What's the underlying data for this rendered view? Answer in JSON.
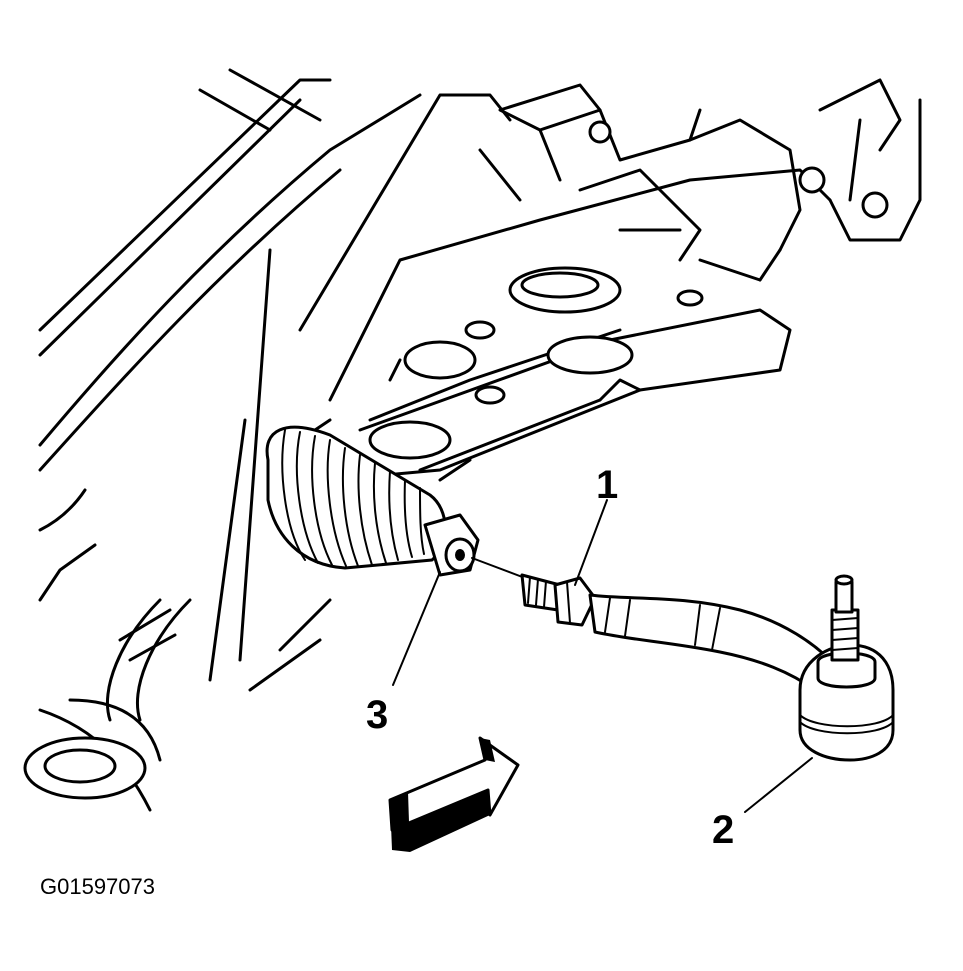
{
  "figure": {
    "figure_id": "G01597073",
    "callouts": [
      {
        "number": "1",
        "part": "jam-nut"
      },
      {
        "number": "2",
        "part": "outer-tie-rod-end"
      },
      {
        "number": "3",
        "part": "inner-tie-rod-boot"
      }
    ],
    "colors": {
      "line": "#000000",
      "background": "#ffffff"
    }
  }
}
